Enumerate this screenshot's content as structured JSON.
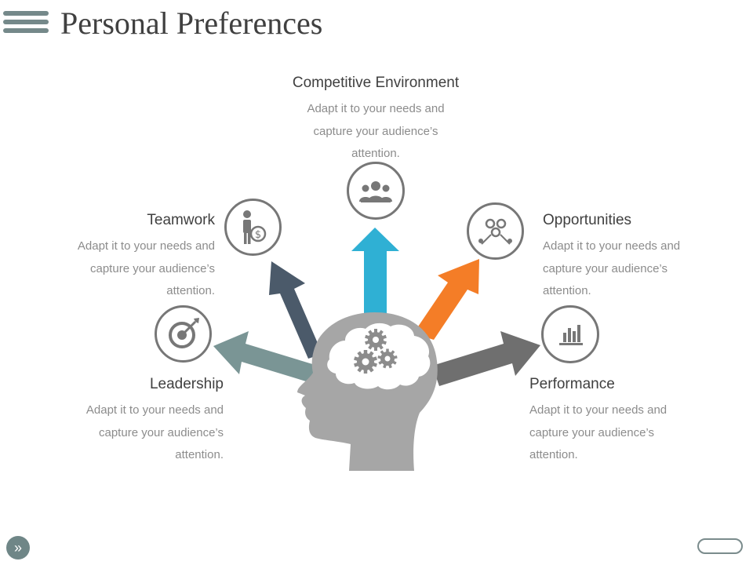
{
  "title": "Personal Preferences",
  "colors": {
    "leadership": "#7a9595",
    "teamwork": "#4b5a6a",
    "competitive": "#2fb0d4",
    "opportunities": "#f47d27",
    "performance": "#6f6f6f",
    "head": "#a6a6a6",
    "icon_stroke": "#777777"
  },
  "items": {
    "competitive": {
      "title": "Competitive Environment",
      "body": "Adapt it to your needs and capture your audience’s attention.",
      "icon": "team-icon"
    },
    "teamwork": {
      "title": "Teamwork",
      "body": "Adapt it to your needs and capture your audience’s attention.",
      "icon": "businessman-dollar-icon"
    },
    "opportunities": {
      "title": "Opportunities",
      "body": "Adapt it to your needs and capture your audience’s attention.",
      "icon": "gears-people-icon"
    },
    "leadership": {
      "title": "Leadership",
      "body": "Adapt it to your needs and capture your audience’s attention.",
      "icon": "target-icon"
    },
    "performance": {
      "title": "Performance",
      "body": "Adapt it to your needs and capture your audience’s attention.",
      "icon": "bar-chart-icon"
    }
  },
  "nav": {
    "next_glyph": "»"
  }
}
